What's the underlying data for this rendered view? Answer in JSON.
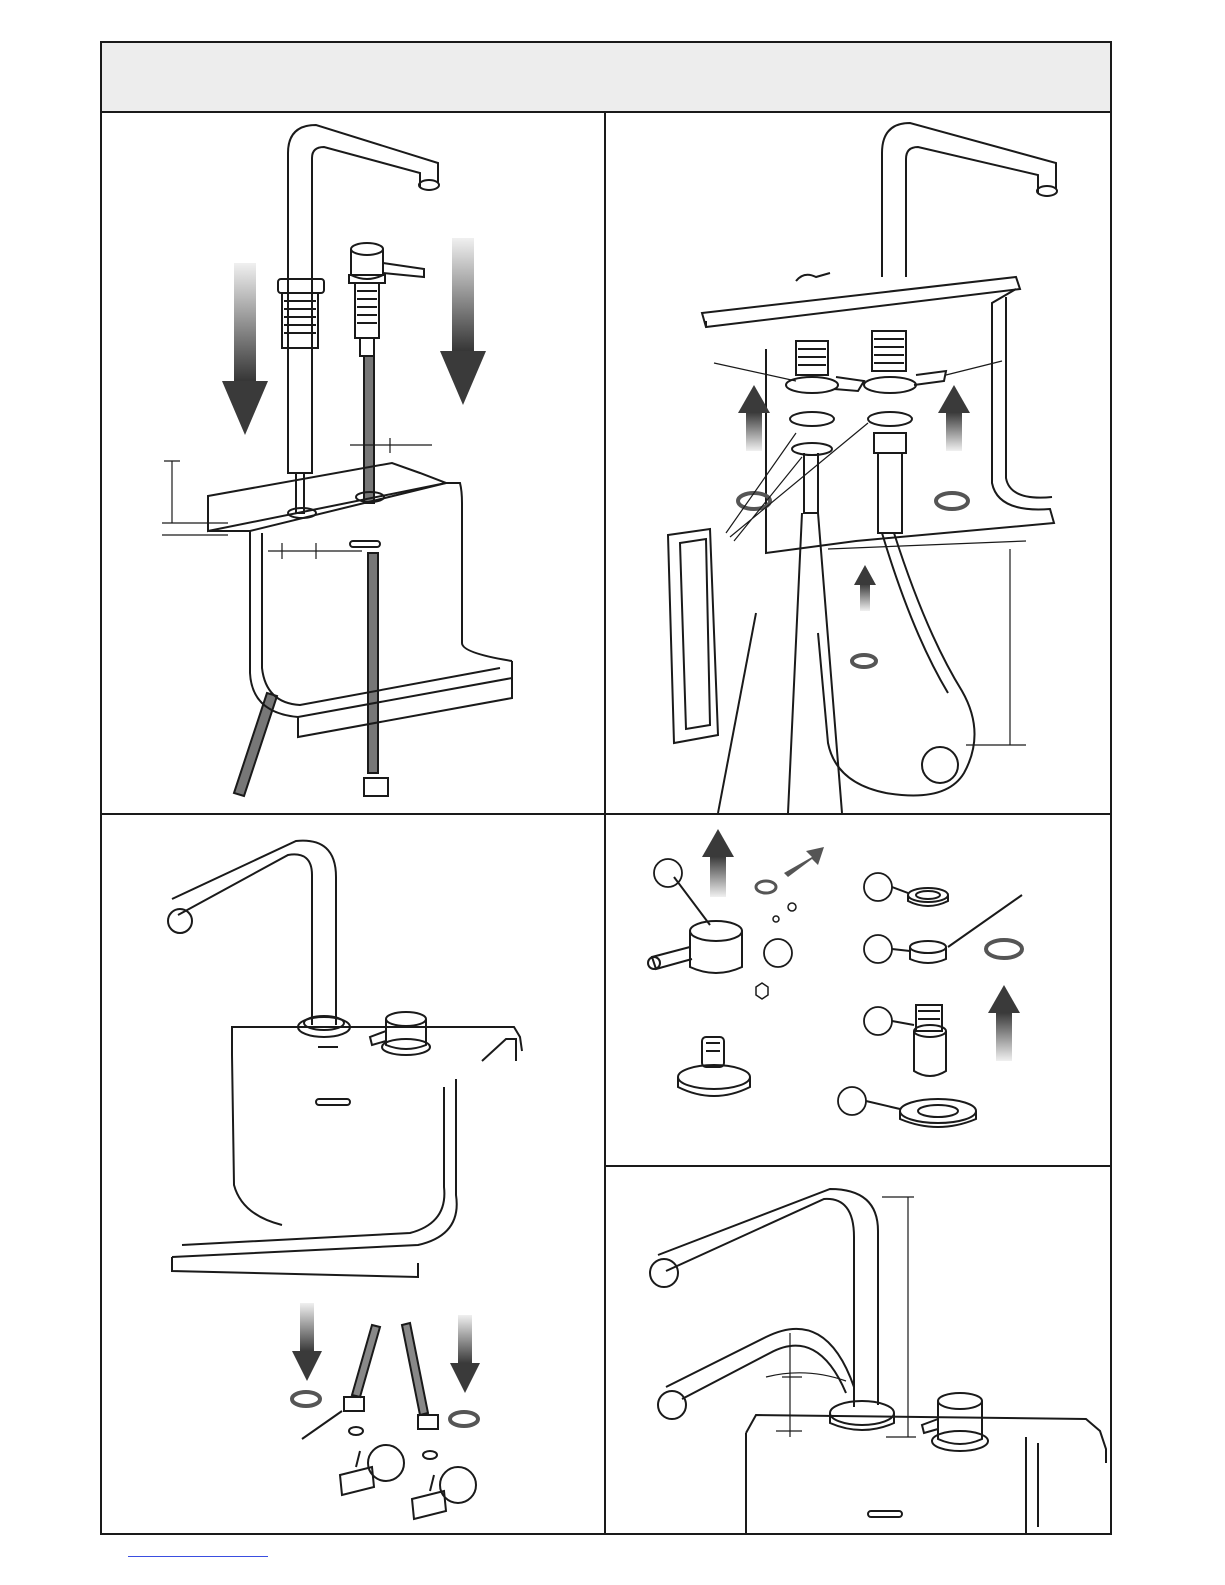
{
  "document": {
    "header_title": "",
    "panels": [
      {
        "id": "panel-1",
        "step": ""
      },
      {
        "id": "panel-2",
        "step": ""
      },
      {
        "id": "panel-3",
        "step": ""
      },
      {
        "id": "panel-4",
        "step": ""
      },
      {
        "id": "panel-5",
        "step": ""
      }
    ],
    "colors": {
      "line": "#1a1a1a",
      "arrow_dark": "#3a3a3a",
      "arrow_light": "#d8d8d8",
      "header_fill": "#ededed"
    },
    "icons": [
      "faucet-icon",
      "mixer-lever-icon",
      "sink-bracket-icon",
      "down-arrow-icon",
      "up-arrow-icon",
      "rotate-arrow-icon",
      "braided-hose-icon",
      "angle-valve-icon",
      "cartridge-icon",
      "rosette-ring-icon",
      "dimension-line-icon",
      "callout-circle-icon"
    ]
  }
}
